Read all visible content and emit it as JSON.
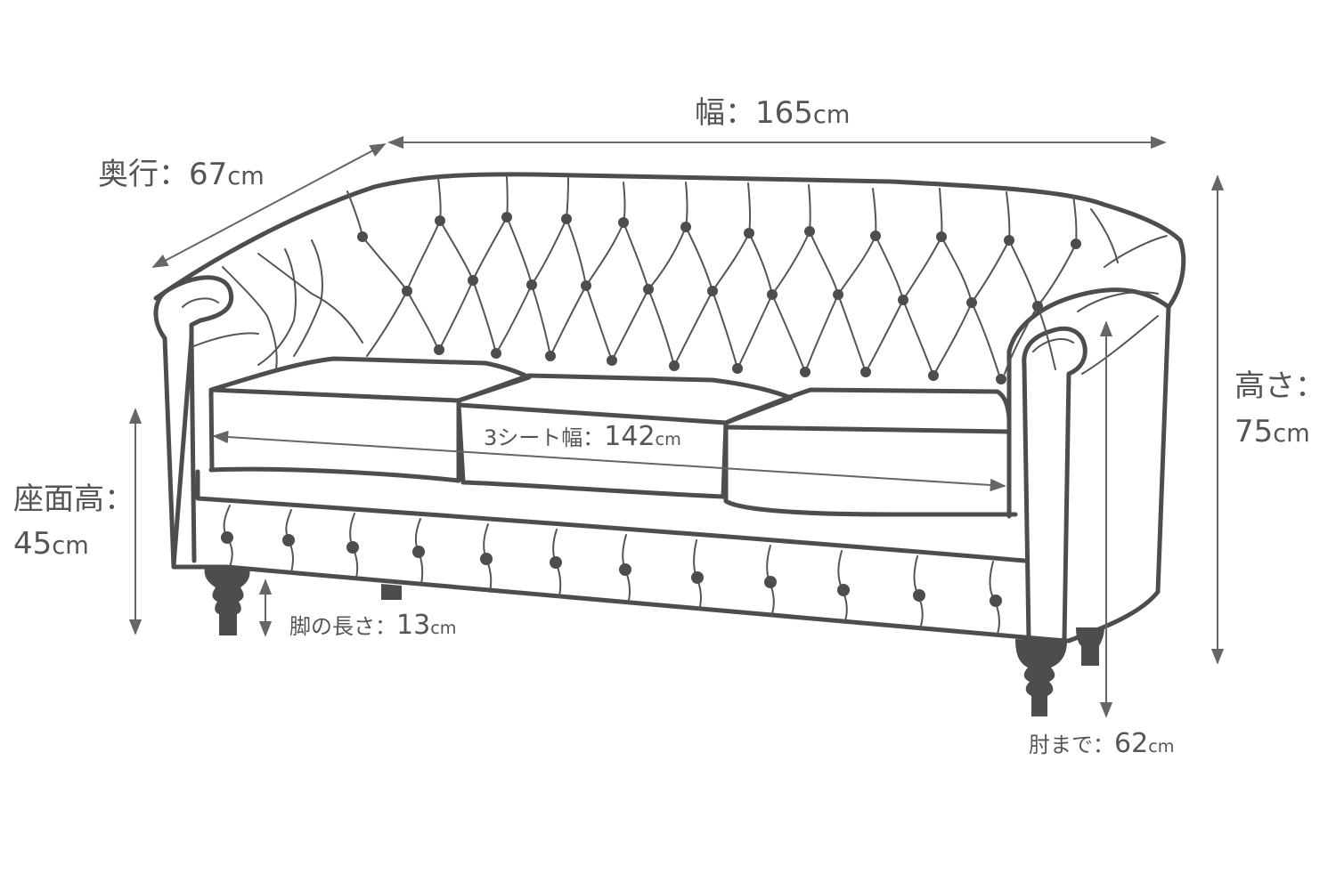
{
  "dimensions": {
    "width": {
      "label": "幅：",
      "value": "165",
      "unit": "cm"
    },
    "depth": {
      "label": "奥行：",
      "value": "67",
      "unit": "cm"
    },
    "height": {
      "label": "高さ：",
      "value": "75",
      "unit": "cm"
    },
    "seat_height": {
      "label": "座面高：",
      "value": "45",
      "unit": "cm"
    },
    "seat_width": {
      "label": "3シート幅：",
      "value": "142",
      "unit": "cm"
    },
    "leg_length": {
      "label": "脚の長さ：",
      "value": "13",
      "unit": "cm"
    },
    "arm_height": {
      "label": "肘まで：",
      "value": "62",
      "unit": "cm"
    }
  },
  "colors": {
    "line": "#4d4d4d",
    "text": "#555555",
    "background": "#ffffff"
  }
}
